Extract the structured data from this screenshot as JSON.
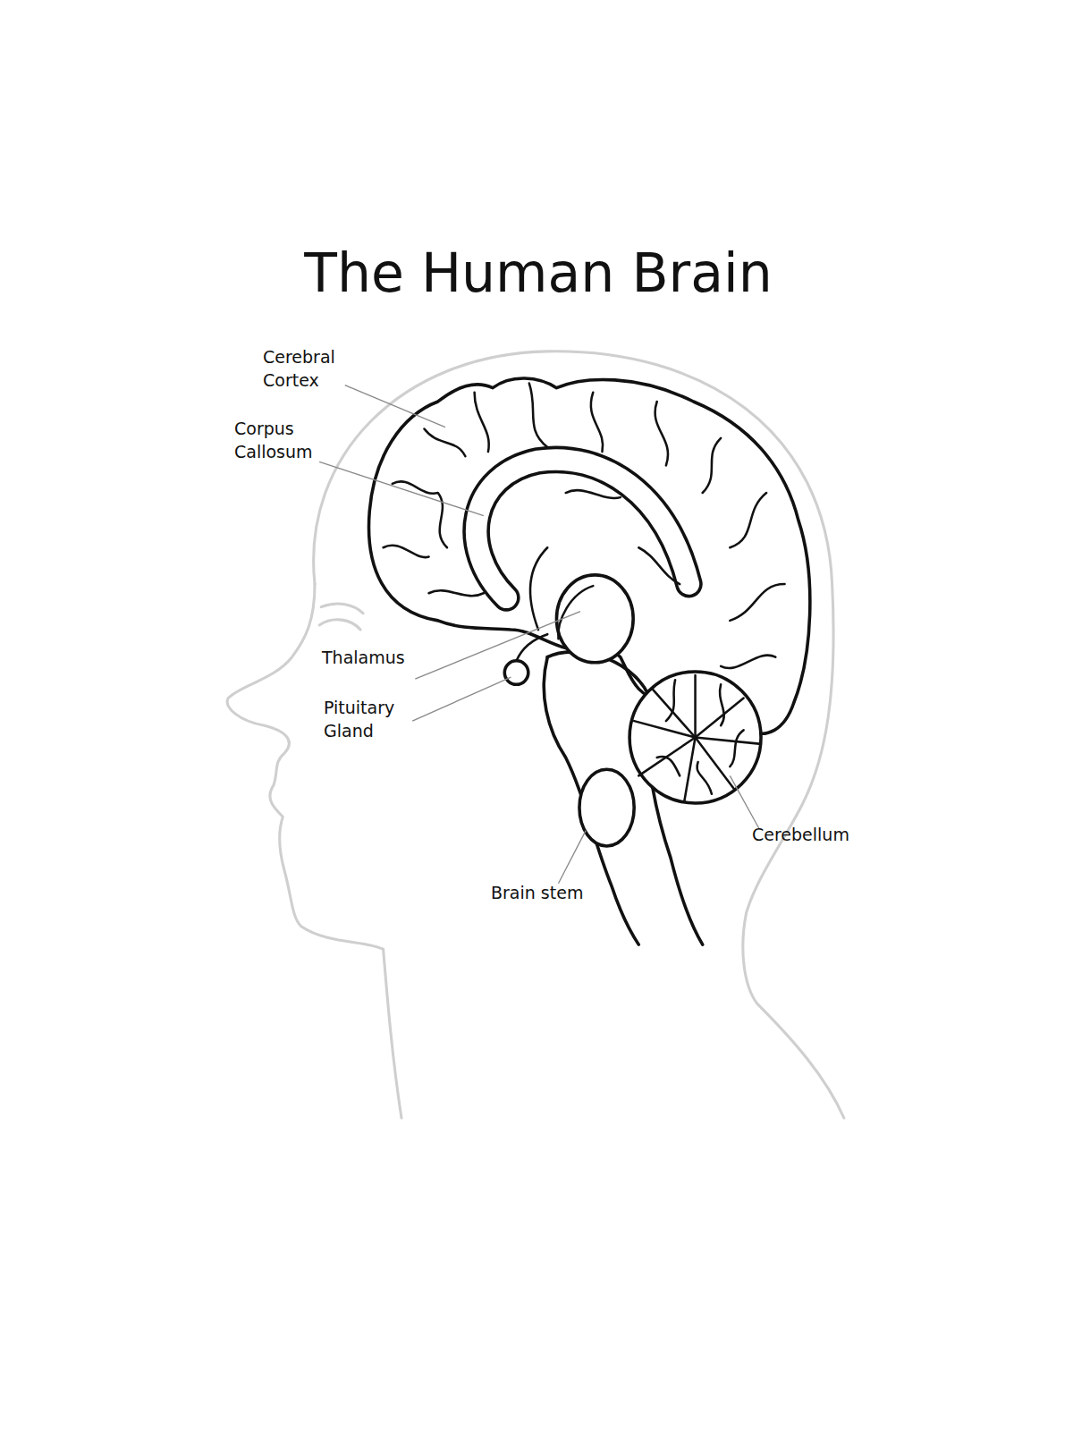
{
  "diagram": {
    "title": "The Human Brain",
    "labels": [
      "Cerebral Cortex",
      "Corpus Callosum",
      "Thalamus",
      "Pituitary Gland",
      "Brain stem",
      "Cerebellum"
    ]
  }
}
